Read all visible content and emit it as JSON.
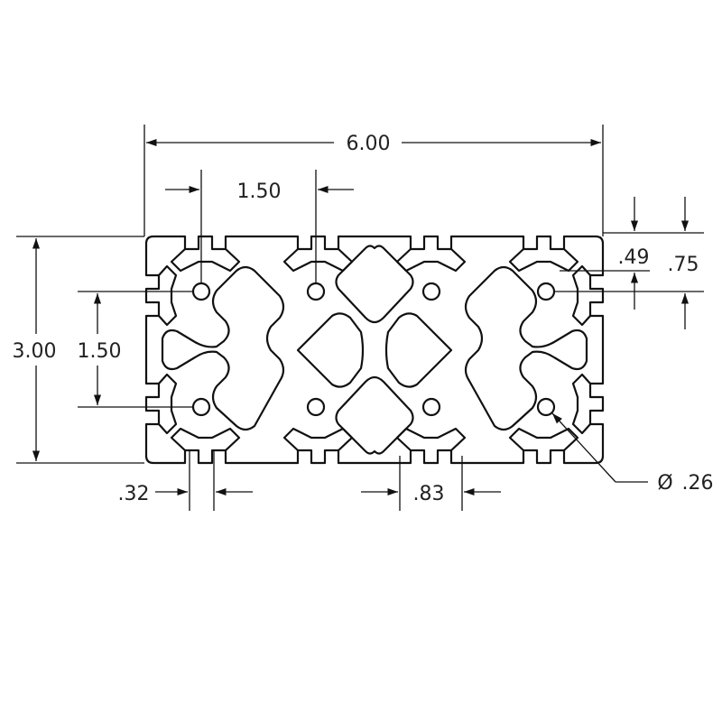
{
  "dimensions": {
    "overall_width": "6.00",
    "overall_height": "3.00",
    "slot_pitch_horizontal": "1.50",
    "slot_pitch_vertical": "1.50",
    "edge_to_hole": ".49",
    "edge_to_hole_center": ".75",
    "slot_opening": ".32",
    "web_width": ".83",
    "hole_diameter_symbol": "Ø",
    "hole_diameter": ".26"
  },
  "colors": {
    "line": "#111111",
    "text": "#222222",
    "background": "#ffffff"
  }
}
